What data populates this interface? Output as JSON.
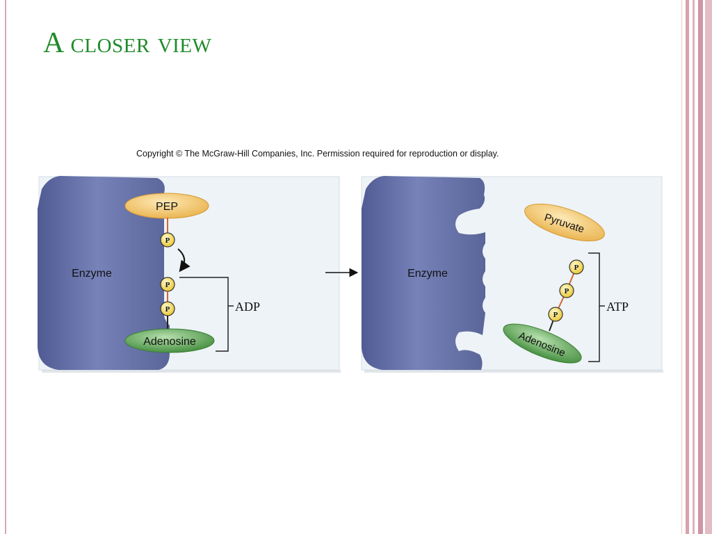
{
  "slide": {
    "title": "A closer view",
    "copyright": "Copyright © The McGraw-Hill Companies, Inc. Permission required for reproduction or display."
  },
  "left_panel": {
    "enzyme_label": "Enzyme",
    "pep_label": "PEP",
    "phosphate_label": "P",
    "adp_label": "ADP",
    "adenosine_label": "Adenosine"
  },
  "right_panel": {
    "enzyme_label": "Enzyme",
    "pyruvate_label": "Pyruvate",
    "phosphate_label": "P",
    "atp_label": "ATP",
    "adenosine_label": "Adenosine"
  },
  "colors": {
    "title": "#1f8a2a",
    "enzyme": "#6b76a8",
    "pep": "#f2c66a",
    "adenosine": "#5ea655",
    "phosphate": "#f7dc45",
    "bond": "#d2662e"
  }
}
